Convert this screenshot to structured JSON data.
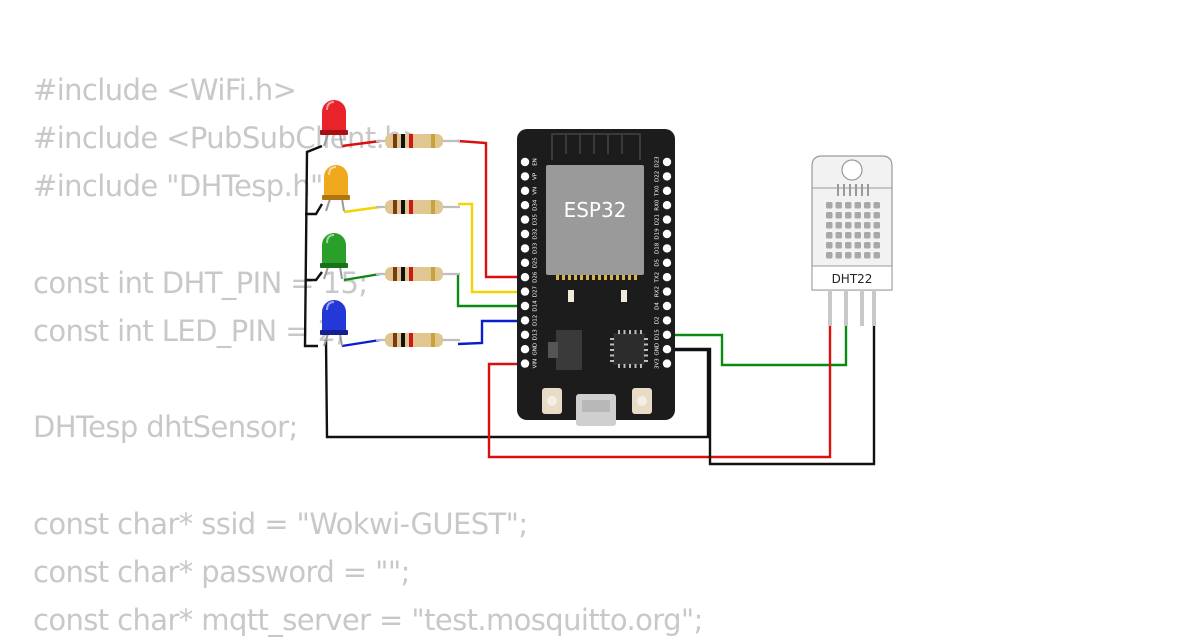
{
  "code_lines": [
    "#include <WiFi.h>",
    "#include <PubSubClient.h>",
    "#include \"DHTesp.h\"",
    "",
    "const int DHT_PIN = 15;",
    "const int LED_PIN = 2;",
    "",
    "DHTesp dhtSensor;",
    "",
    "const char* ssid = \"Wokwi-GUEST\";",
    "const char* password = \"\";",
    "const char* mqtt_server = \"test.mosquitto.org\";"
  ],
  "board": {
    "chip_label": "ESP32",
    "left_pins": [
      "EN",
      "VP",
      "VN",
      "D34",
      "D35",
      "D32",
      "D33",
      "D25",
      "D26",
      "D27",
      "D14",
      "D12",
      "D13",
      "GND",
      "VIN"
    ],
    "right_pins": [
      "D23",
      "D22",
      "TX0",
      "RX0",
      "D21",
      "D19",
      "D18",
      "D5",
      "TX2",
      "RX2",
      "D4",
      "D2",
      "D15",
      "GND",
      "3V3"
    ]
  },
  "sensor": {
    "label": "DHT22"
  },
  "leds": [
    {
      "name": "red",
      "color": "#e8232a",
      "dark": "#a80f14"
    },
    {
      "name": "orange",
      "color": "#f0a81e",
      "dark": "#b07410"
    },
    {
      "name": "green",
      "color": "#2aa02a",
      "dark": "#18701a"
    },
    {
      "name": "blue",
      "color": "#2438d8",
      "dark": "#14208e"
    }
  ],
  "wire_colors": {
    "red": "#d81010",
    "yellow": "#f2d400",
    "green": "#0a8a14",
    "blue": "#0c1ecc",
    "black": "#111111"
  }
}
